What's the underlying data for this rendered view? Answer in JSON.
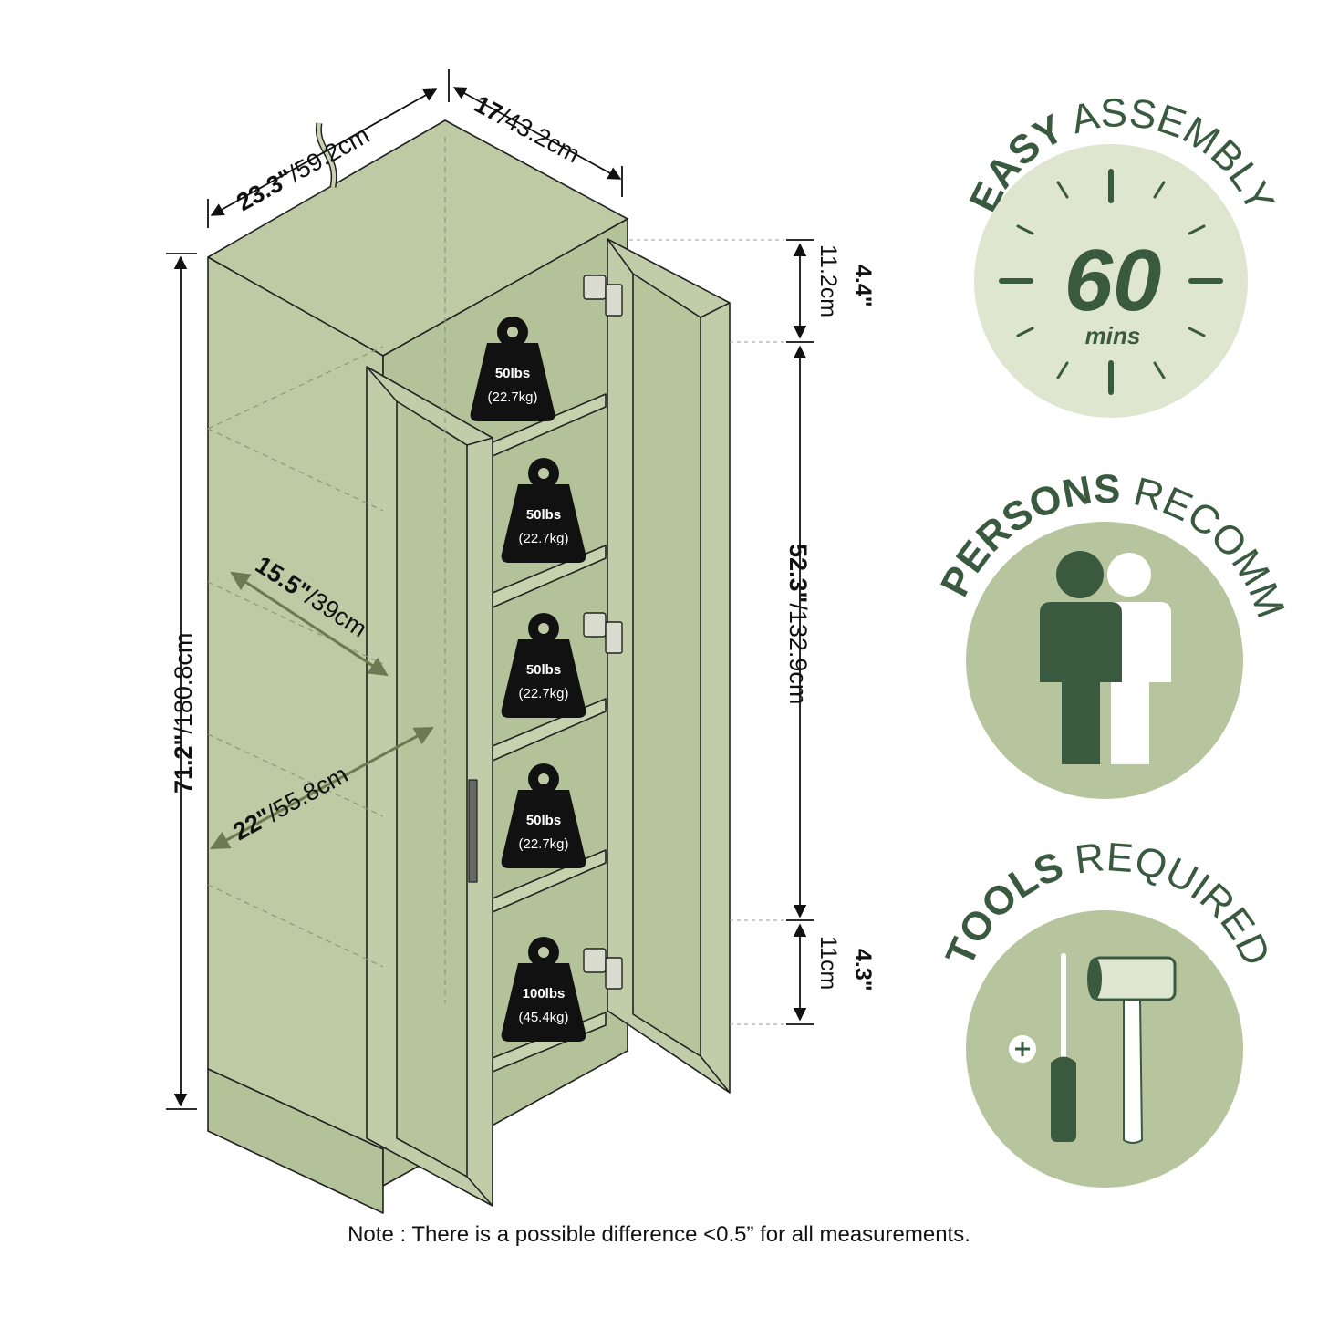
{
  "colors": {
    "cabinet": "#bdcaa3",
    "cabinet_dark": "#aebd92",
    "outline": "#222222",
    "accent_dark": "#3a5a40",
    "badge_bg": "#b7c59e",
    "badge_light": "#dfe6d0",
    "figure_white": "#ffffff",
    "dim_arrow_green": "#6b7a50"
  },
  "dimensions": {
    "width_in": "23.3\"",
    "width_cm": "/59.2cm",
    "depth_in": "17",
    "depth_cm": "/43.2cm",
    "height_in": "71.2\"",
    "height_cm": "/180.8cm",
    "top_gap_in": "4.4\"",
    "top_gap_cm": "11.2cm",
    "interior_in": "52.3\"",
    "interior_cm": "/132.9cm",
    "bottom_gap_in": "4.3\"",
    "bottom_gap_cm": "11cm",
    "shelf_depth_in": "15.5\"",
    "shelf_depth_cm": "/39cm",
    "shelf_width_in": "22\"",
    "shelf_width_cm": "/55.8cm"
  },
  "weights": [
    {
      "lbs": "50lbs",
      "kg": "(22.7kg)"
    },
    {
      "lbs": "50lbs",
      "kg": "(22.7kg)"
    },
    {
      "lbs": "50lbs",
      "kg": "(22.7kg)"
    },
    {
      "lbs": "50lbs",
      "kg": "(22.7kg)"
    },
    {
      "lbs": "100lbs",
      "kg": "(45.4kg)"
    }
  ],
  "badges": {
    "assembly": {
      "bold": "EASY",
      "rest": " ASSEMBLY",
      "number": "60",
      "unit": "mins",
      "icon": "clock-icon"
    },
    "persons": {
      "bold": "2 PERSONS",
      "rest": " RECOMM.",
      "icon": "two-persons-icon"
    },
    "tools": {
      "bold": "TOOLS",
      "rest": " REQUIRED",
      "icons": [
        "screwdriver-icon",
        "mallet-icon"
      ]
    }
  },
  "note": "Note : There is a possible difference <0.5” for all measurements."
}
